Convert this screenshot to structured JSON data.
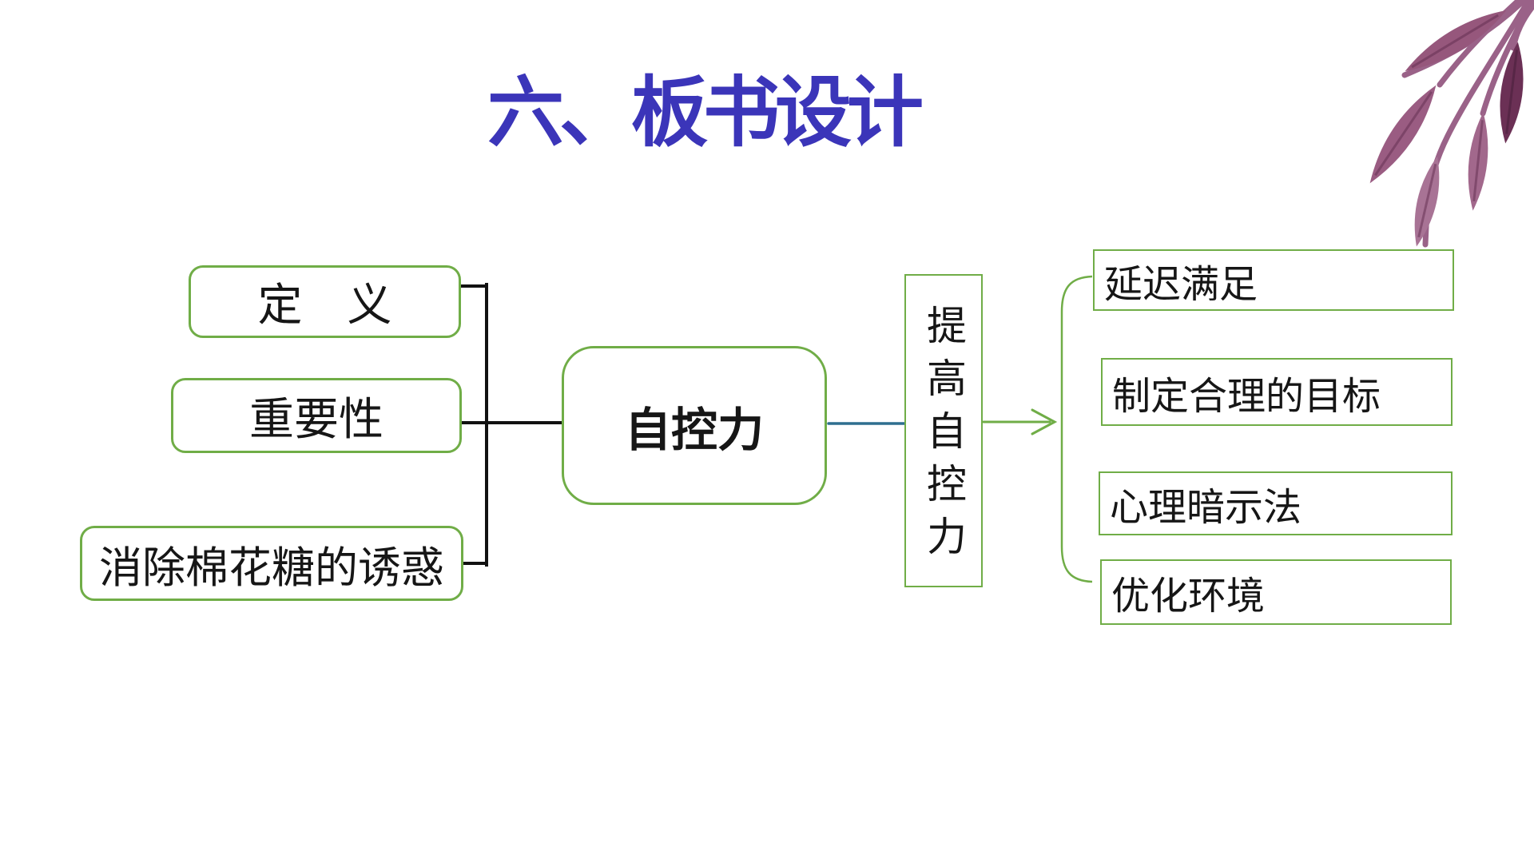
{
  "slide": {
    "title": "六、板书设计",
    "diagram": {
      "left_branches": [
        {
          "label": "定　义"
        },
        {
          "label": "重要性"
        },
        {
          "label": "消除棉花糖的诱惑"
        }
      ],
      "center": {
        "label": "自控力"
      },
      "middle": {
        "label": "提高自控力"
      },
      "right_branches": [
        {
          "label": "延迟满足"
        },
        {
          "label": "制定合理的目标"
        },
        {
          "label": "心理暗示法"
        },
        {
          "label": "优化环境"
        }
      ]
    },
    "colors": {
      "title_text": "#3B35B9",
      "box_border_green": "#70AD47",
      "connector_black": "#111111",
      "arrow_blue": "#2E6F8F",
      "arrow_green": "#70AD47",
      "leaf_mauve": "#9A5C82"
    },
    "decorations": {
      "leaf_branch": "purple-watercolor-leaves-top-right"
    }
  }
}
